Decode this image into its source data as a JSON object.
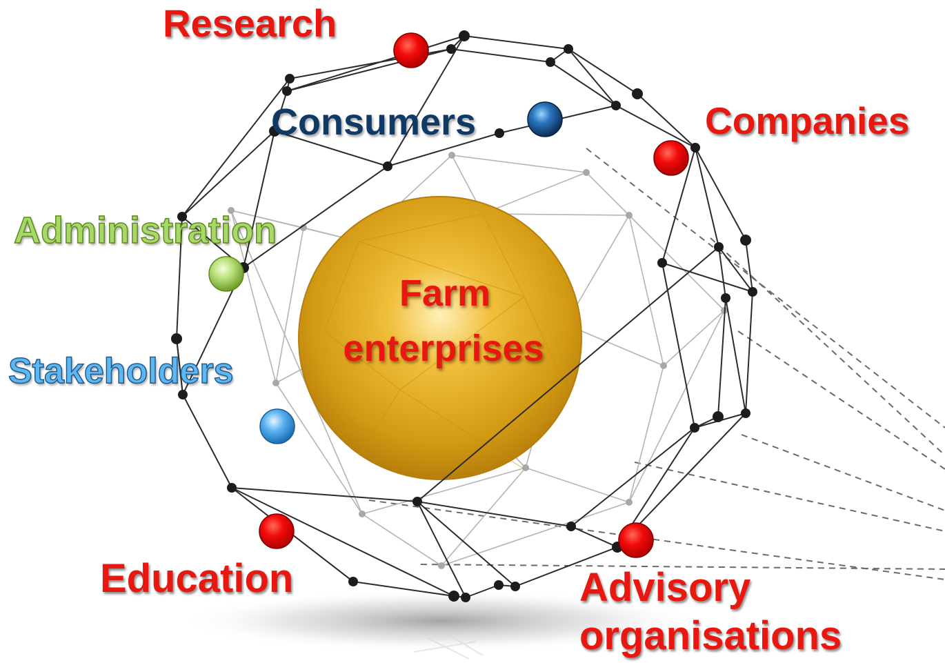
{
  "center": {
    "line1": "Farm",
    "line2": "enterprises"
  },
  "actors": {
    "research": "Research",
    "consumers": "Consumers",
    "companies": "Companies",
    "administration": "Administration",
    "stakeholders": "Stakeholders",
    "education": "Education",
    "advisory_line1": "Advisory",
    "advisory_line2": "organisations"
  },
  "colors": {
    "actor_red": "#e8170f",
    "consumers_navy": "#0f3a66",
    "administration_green": "#a8d86a",
    "stakeholders_blue": "#5fb7f2",
    "center_gold": "#d99c12",
    "network_lines": "#2b2b2b"
  }
}
